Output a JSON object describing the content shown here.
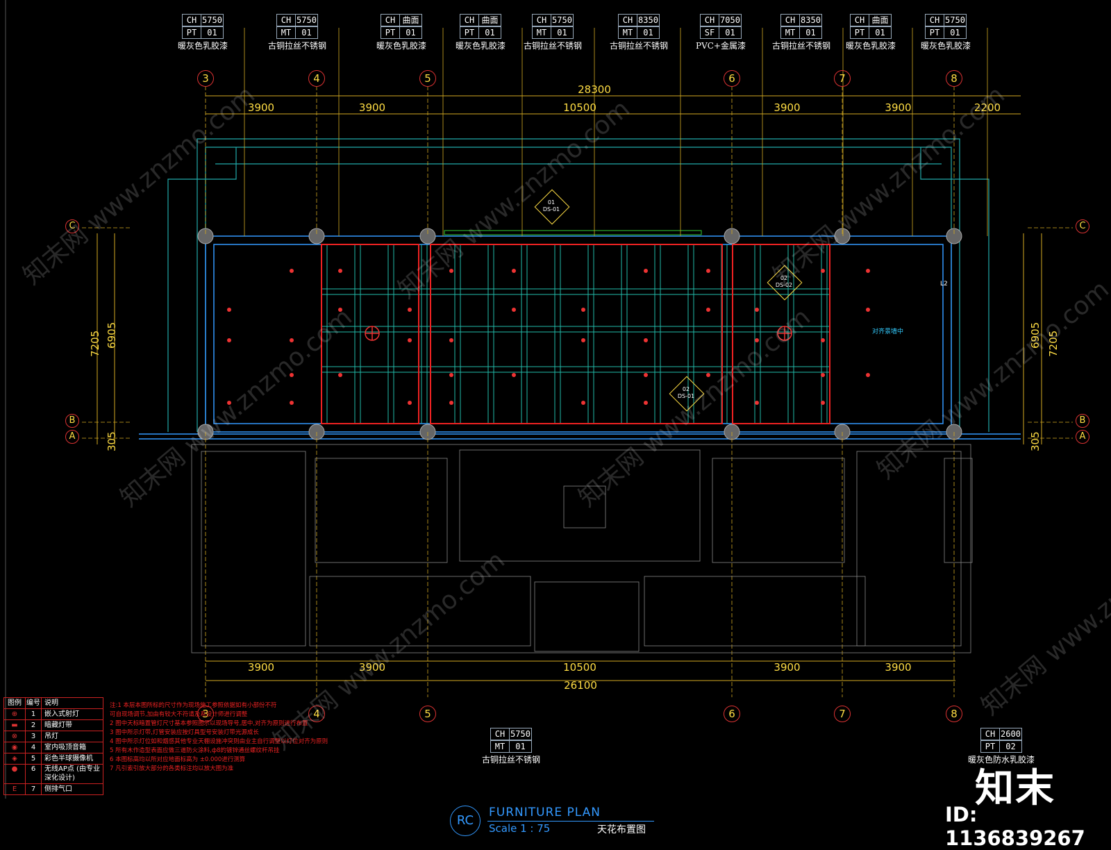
{
  "top_tags": [
    {
      "key": "CH",
      "height": "5750",
      "code": "PT",
      "num": "01",
      "material": "暖灰色乳胶漆"
    },
    {
      "key": "CH",
      "height": "5750",
      "code": "MT",
      "num": "01",
      "material": "古铜拉丝不锈钢"
    },
    {
      "key": "CH",
      "height": "曲面",
      "code": "PT",
      "num": "01",
      "material": "暖灰色乳胶漆"
    },
    {
      "key": "CH",
      "height": "曲面",
      "code": "PT",
      "num": "01",
      "material": "暖灰色乳胶漆"
    },
    {
      "key": "CH",
      "height": "5750",
      "code": "MT",
      "num": "01",
      "material": "古铜拉丝不锈钢"
    },
    {
      "key": "CH",
      "height": "8350",
      "code": "MT",
      "num": "01",
      "material": "古铜拉丝不锈钢"
    },
    {
      "key": "CH",
      "height": "7050",
      "code": "SF",
      "num": "01",
      "material": "PVC+金属漆"
    },
    {
      "key": "CH",
      "height": "8350",
      "code": "MT",
      "num": "01",
      "material": "古铜拉丝不锈钢"
    },
    {
      "key": "CH",
      "height": "曲面",
      "code": "PT",
      "num": "01",
      "material": "暖灰色乳胶漆"
    },
    {
      "key": "CH",
      "height": "5750",
      "code": "PT",
      "num": "01",
      "material": "暖灰色乳胶漆"
    }
  ],
  "bottom_tags": [
    {
      "key": "CH",
      "height": "5750",
      "code": "MT",
      "num": "01",
      "material": "古铜拉丝不锈钢"
    },
    {
      "key": "CH",
      "height": "2600",
      "code": "PT",
      "num": "02",
      "material": "暖灰色防水乳胶漆"
    }
  ],
  "grid_columns": [
    "3",
    "4",
    "5",
    "6",
    "7",
    "8"
  ],
  "grid_rows": [
    "C",
    "B",
    "A"
  ],
  "top_dims": {
    "overall": "28300",
    "segments": [
      "3900",
      "3900",
      "10500",
      "3900",
      "3900",
      "2200"
    ]
  },
  "bottom_dims": {
    "overall": "26100",
    "segments": [
      "3900",
      "3900",
      "10500",
      "3900",
      "3900"
    ]
  },
  "side_dims": {
    "outer": "7205",
    "inner": "6905",
    "small": "305"
  },
  "detail_callouts": [
    {
      "num": "01",
      "ref": "DS-01"
    },
    {
      "num": "02",
      "ref": "DS-02"
    },
    {
      "num": "02",
      "ref": "DS-01"
    }
  ],
  "annotations": {
    "center_label": "对齐景墙中",
    "light_tag": "L2"
  },
  "legend": {
    "headers": [
      "图例",
      "编号",
      "说明"
    ],
    "rows": [
      {
        "num": "1",
        "desc": "嵌入式射灯"
      },
      {
        "num": "2",
        "desc": "暗藏灯带"
      },
      {
        "num": "3",
        "desc": "吊灯"
      },
      {
        "num": "4",
        "desc": "室内吸顶音箱"
      },
      {
        "num": "5",
        "desc": "彩色半球摄像机"
      },
      {
        "num": "6",
        "desc": "无线AP点 (由专业深化设计)"
      },
      {
        "num": "7",
        "desc": "侧排气口"
      }
    ]
  },
  "notes": [
    "注:1 本层本图所标的尺寸作为现场施工参照依据如有小部份不符",
    "   可自现场调节,加由有较大不符请及系设计师进行调整",
    "2 图中天标暗置管灯尺寸基本参照图示以现场导号,居中,对齐为原则进行布置",
    "3 图中所示灯带,灯管安装应按灯具型号安装灯带光源成长",
    "4 图中所示灯位如和烟感其他专业天棚设施冲突则由业主自行调整以灯位对齐为原则",
    "5 所有木作造型表面应做三道防火涂料,ф8的镀锌通丝螺纹杆吊挂",
    "6 本图标高均以所对应地面标高为 ±0.000进行测算",
    "7 凡引索引放大部分的各类标注均以放大图为准"
  ],
  "title": {
    "circle": "RC",
    "name": "FURNITURE PLAN",
    "scale": "Scale 1 : 75",
    "cn": "天花布置图"
  },
  "brand": "知末",
  "image_id": "ID: 1136839267",
  "watermark": "知末网 www.znzmo.com",
  "colors": {
    "background": "#000000",
    "grid_bubble": "#dd3333",
    "dimension": "#ffdd44",
    "wall": "#3399ff",
    "beam": "#22bbaa",
    "title": "#3399ff"
  }
}
